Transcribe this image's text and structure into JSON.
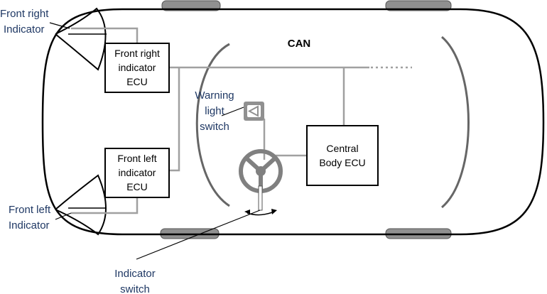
{
  "labels": {
    "front_right_indicator": [
      "Front right",
      "Indicator"
    ],
    "front_left_indicator": [
      "Front left",
      "Indicator"
    ],
    "warning_light_switch": [
      "Warning",
      "light",
      "switch"
    ],
    "indicator_switch": [
      "Indicator",
      "switch"
    ],
    "can": "CAN"
  },
  "ecus": {
    "front_right": [
      "Front right",
      "indicator",
      "ECU"
    ],
    "front_left": [
      "Front left",
      "indicator",
      "ECU"
    ],
    "central_body": [
      "Central",
      "Body ECU"
    ]
  },
  "colors": {
    "outline": "#000000",
    "wire": "#a0a0a0",
    "wheel": "#808080",
    "tire": "#909090",
    "label_text": "#1f3864"
  }
}
